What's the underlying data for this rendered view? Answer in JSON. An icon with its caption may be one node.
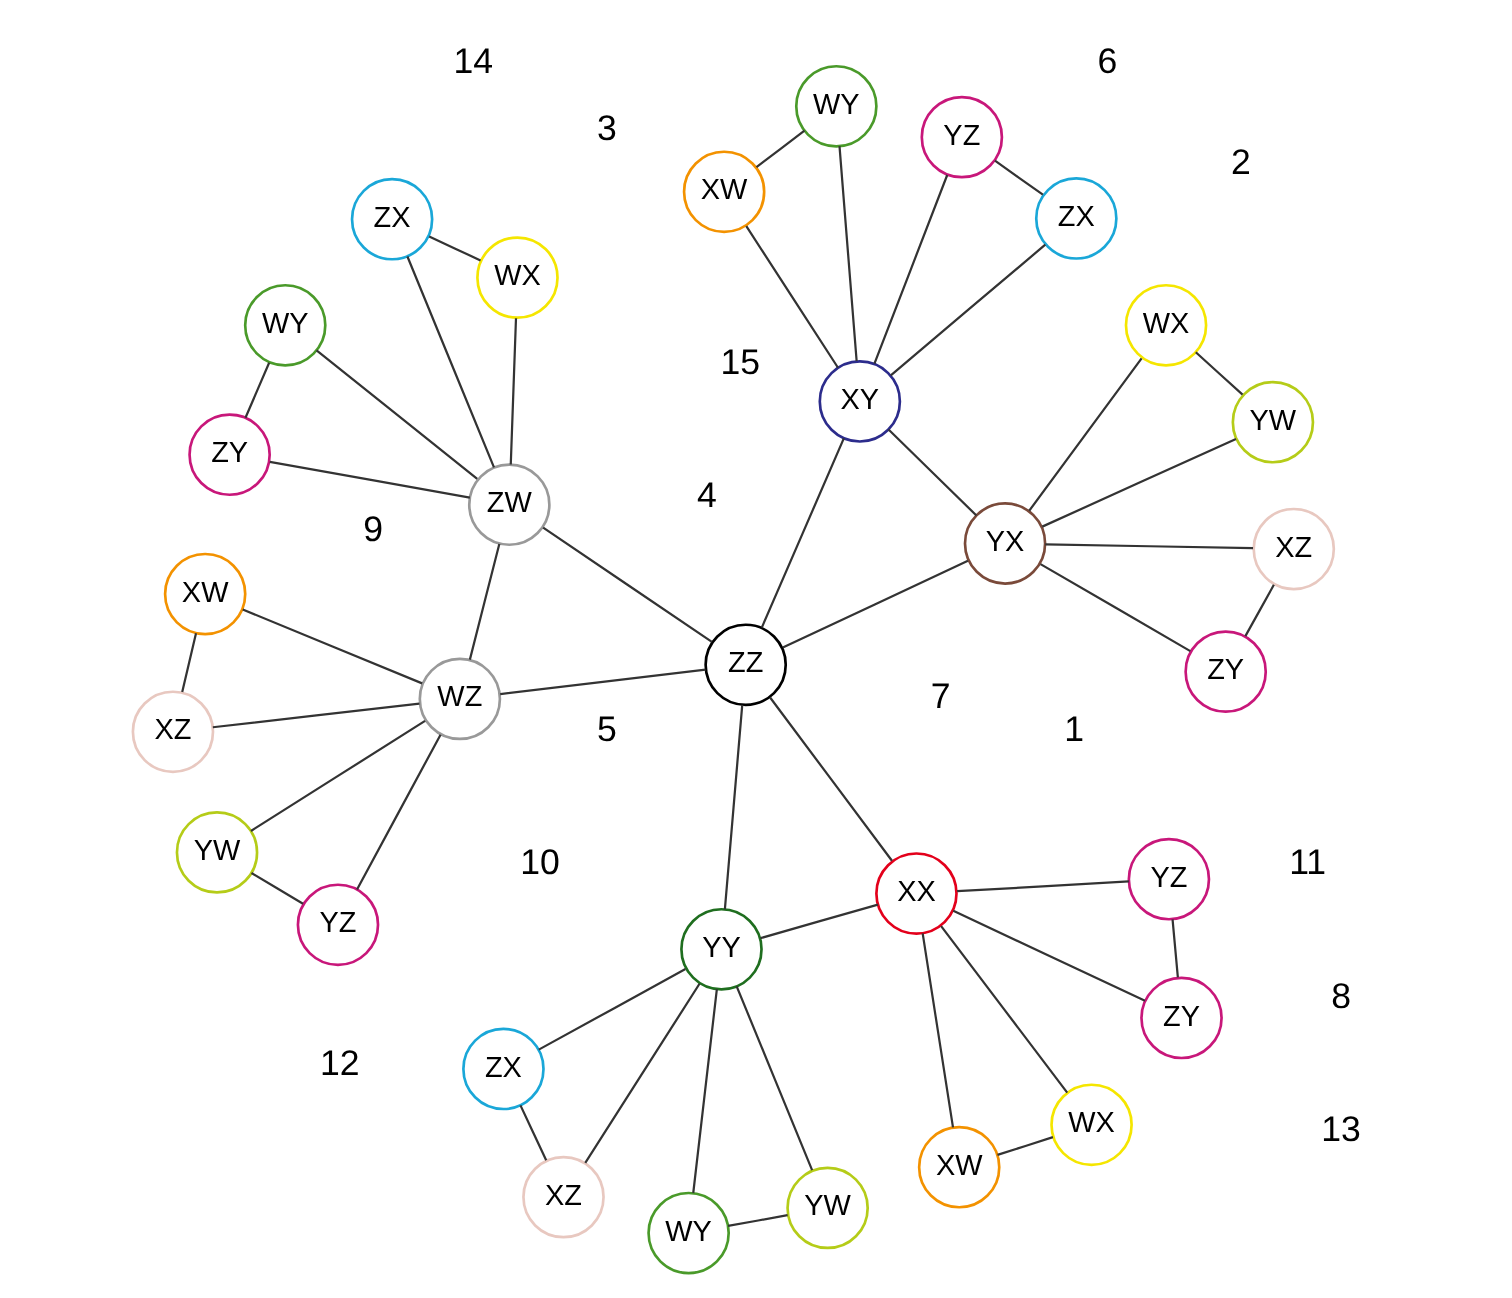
{
  "diagram": {
    "nodes": [
      {
        "text": [
          "XW"
        ]
      },
      {
        "text": [
          "YZ"
        ]
      },
      {
        "text": [
          "XW"
        ]
      },
      {
        "text": [
          "YZ"
        ]
      },
      {
        "text": [
          "XZ"
        ]
      },
      {
        "text": [
          "WZ"
        ]
      },
      {
        "text": [
          "YW"
        ]
      },
      {
        "text": [
          "WX"
        ]
      },
      {
        "text": [
          "XX"
        ]
      },
      {
        "text": [
          "ZY"
        ]
      },
      {
        "text": [
          "WX"
        ]
      },
      {
        "text": [
          "WY"
        ]
      },
      {
        "text": [
          "ZX"
        ]
      },
      {
        "text": [
          "ZW"
        ]
      },
      {
        "text": [
          "ZZ"
        ]
      },
      {
        "text": [
          "YY"
        ]
      },
      {
        "text": [
          "YW"
        ]
      },
      {
        "text": [
          "WY"
        ]
      },
      {
        "text": [
          "ZY"
        ]
      },
      {
        "text": [
          "ZX"
        ]
      },
      {
        "text": [
          "XZ"
        ]
      },
      {
        "text": [
          "YZ"
        ]
      },
      {
        "text": [
          "WX"
        ]
      },
      {
        "text": [
          "ZX"
        ]
      },
      {
        "text": [
          "XY"
        ]
      },
      {
        "text": [
          "YX"
        ]
      },
      {
        "text": [
          "YW"
        ]
      },
      {
        "text": [
          "WY"
        ]
      },
      {
        "text": [
          "XW"
        ]
      },
      {
        "text": [
          "ZY"
        ]
      },
      {
        "text": [
          "XZ"
        ]
      }
    ],
    "edges": [
      {
        "from": 0,
        "to": 4,
        "arrow": "none"
      },
      {
        "from": 0,
        "to": 5,
        "arrow": "none"
      },
      {
        "from": 4,
        "to": 5,
        "arrow": "none"
      },
      {
        "from": 1,
        "to": 5,
        "arrow": "none"
      },
      {
        "from": 1,
        "to": 6,
        "arrow": "none"
      },
      {
        "from": 5,
        "to": 6,
        "arrow": "none"
      },
      {
        "from": 2,
        "to": 7,
        "arrow": "none"
      },
      {
        "from": 2,
        "to": 8,
        "arrow": "none"
      },
      {
        "from": 7,
        "to": 8,
        "arrow": "none"
      },
      {
        "from": 3,
        "to": 8,
        "arrow": "none"
      },
      {
        "from": 3,
        "to": 9,
        "arrow": "none"
      },
      {
        "from": 8,
        "to": 9,
        "arrow": "none"
      },
      {
        "from": 5,
        "to": 13,
        "arrow": "none"
      },
      {
        "from": 5,
        "to": 14,
        "arrow": "none"
      },
      {
        "from": 13,
        "to": 14,
        "arrow": "none"
      },
      {
        "from": 8,
        "to": 14,
        "arrow": "none"
      },
      {
        "from": 8,
        "to": 15,
        "arrow": "none"
      },
      {
        "from": 14,
        "to": 15,
        "arrow": "none"
      },
      {
        "from": 10,
        "to": 12,
        "arrow": "none"
      },
      {
        "from": 10,
        "to": 13,
        "arrow": "none"
      },
      {
        "from": 12,
        "to": 13,
        "arrow": "none"
      },
      {
        "from": 13,
        "to": 17,
        "arrow": "none"
      },
      {
        "from": 13,
        "to": 18,
        "arrow": "none"
      },
      {
        "from": 17,
        "to": 18,
        "arrow": "none"
      },
      {
        "from": 11,
        "to": 15,
        "arrow": "none"
      },
      {
        "from": 11,
        "to": 16,
        "arrow": "none"
      },
      {
        "from": 15,
        "to": 16,
        "arrow": "none"
      },
      {
        "from": 15,
        "to": 19,
        "arrow": "none"
      },
      {
        "from": 15,
        "to": 20,
        "arrow": "none"
      },
      {
        "from": 19,
        "to": 20,
        "arrow": "none"
      },
      {
        "from": 14,
        "to": 24,
        "arrow": "none"
      },
      {
        "from": 14,
        "to": 25,
        "arrow": "none"
      },
      {
        "from": 24,
        "to": 25,
        "arrow": "none"
      },
      {
        "from": 21,
        "to": 23,
        "arrow": "none"
      },
      {
        "from": 21,
        "to": 24,
        "arrow": "none"
      },
      {
        "from": 23,
        "to": 24,
        "arrow": "none"
      },
      {
        "from": 22,
        "to": 25,
        "arrow": "none"
      },
      {
        "from": 22,
        "to": 26,
        "arrow": "none"
      },
      {
        "from": 25,
        "to": 26,
        "arrow": "none"
      },
      {
        "from": 24,
        "to": 27,
        "arrow": "none"
      },
      {
        "from": 24,
        "to": 28,
        "arrow": "none"
      },
      {
        "from": 27,
        "to": 28,
        "arrow": "none"
      },
      {
        "from": 25,
        "to": 29,
        "arrow": "none"
      },
      {
        "from": 25,
        "to": 30,
        "arrow": "none"
      },
      {
        "from": 29,
        "to": 30,
        "arrow": "none"
      }
    ],
    "labels": [
      "4",
      "7",
      "5",
      "15",
      "1",
      "10",
      "2",
      "9",
      "3",
      "12",
      "11",
      "13",
      "8",
      "6",
      "14"
    ]
  }
}
